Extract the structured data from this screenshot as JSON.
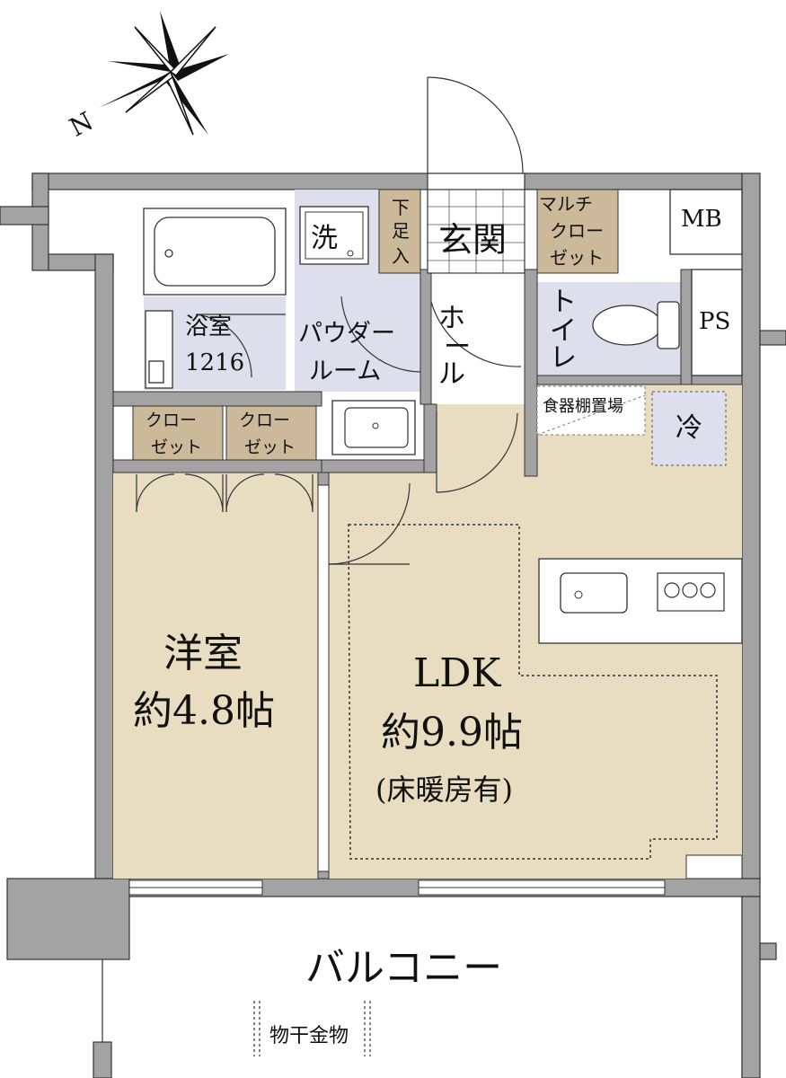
{
  "compass": {
    "north_label": "N"
  },
  "rooms": {
    "bathroom": {
      "name": "浴室",
      "size": "1216"
    },
    "powder_room": {
      "line1": "パウダー",
      "line2": "ルーム"
    },
    "washer": {
      "label": "洗"
    },
    "entrance": {
      "label": "玄関"
    },
    "shoe_closet": {
      "chars": [
        "下",
        "足",
        "入"
      ]
    },
    "multi_closet": {
      "line1": "マルチ",
      "line2": "クロー",
      "line3": "ゼット"
    },
    "mb": {
      "label": "MB"
    },
    "ps": {
      "label": "PS"
    },
    "hall": {
      "chars": [
        "ホ",
        "ー",
        "ル"
      ]
    },
    "toilet": {
      "chars": [
        "ト",
        "イ",
        "レ"
      ]
    },
    "dish_shelf": {
      "label": "食器棚置場"
    },
    "fridge": {
      "label": "冷"
    },
    "closet_a": {
      "line1": "クロー",
      "line2": "ゼット"
    },
    "closet_b": {
      "line1": "クロー",
      "line2": "ゼット"
    },
    "western_room": {
      "name": "洋室",
      "size": "約4.8帖"
    },
    "ldk": {
      "name": "LDK",
      "size": "約9.9帖",
      "note": "(床暖房有)"
    },
    "balcony": {
      "name": "バルコニー"
    },
    "laundry_hanger": {
      "label": "物干金物"
    }
  },
  "colors": {
    "wall": "#a3a3a3",
    "floor_tan": "#e8dcc1",
    "closet_brown": "#cbb999",
    "wet_area_blue": "#dde0ec",
    "outline": "#333333"
  }
}
